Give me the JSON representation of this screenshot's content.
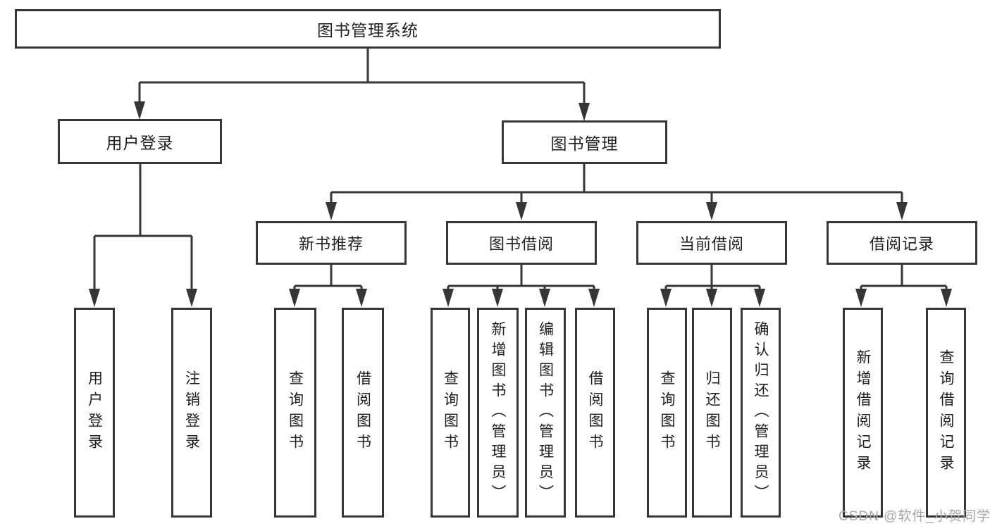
{
  "watermark": "CSDN @软件_小贺同学",
  "colors": {
    "line": "#363636",
    "text": "#1f1f1f",
    "watermark": "#a6a6a6",
    "background": "#ffffff"
  },
  "tree": {
    "root": {
      "label": "图书管理系统"
    },
    "branches": [
      {
        "label": "用户登录",
        "children": [
          {
            "label": "用户登录"
          },
          {
            "label": "注销登录"
          }
        ]
      },
      {
        "label": "图书管理",
        "children": [
          {
            "label": "新书推荐",
            "children": [
              {
                "label": "查询图书"
              },
              {
                "label": "借阅图书"
              }
            ]
          },
          {
            "label": "图书借阅",
            "children": [
              {
                "label": "查询图书"
              },
              {
                "label": "新增图书（管理员）"
              },
              {
                "label": "编辑图书（管理员）"
              },
              {
                "label": "借阅图书"
              }
            ]
          },
          {
            "label": "当前借阅",
            "children": [
              {
                "label": "查询图书"
              },
              {
                "label": "归还图书"
              },
              {
                "label": "确认归还（管理员）"
              }
            ]
          },
          {
            "label": "借阅记录",
            "children": [
              {
                "label": "新增借阅记录"
              },
              {
                "label": "查询借阅记录"
              }
            ]
          }
        ]
      }
    ]
  }
}
